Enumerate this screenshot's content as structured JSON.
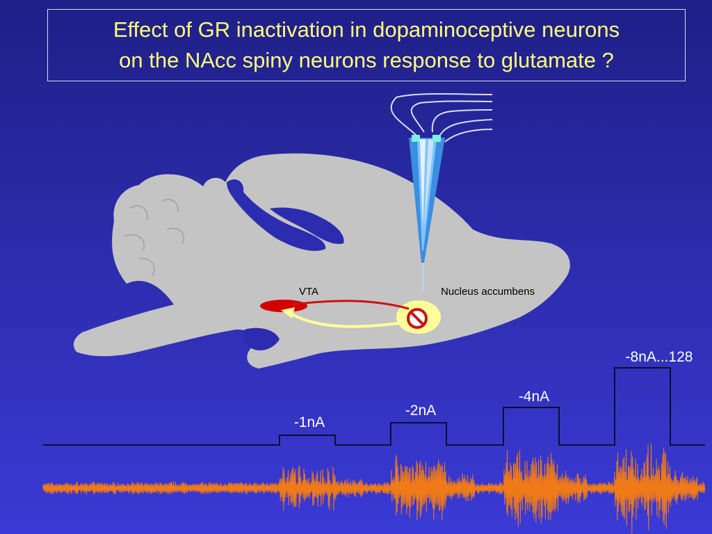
{
  "slide": {
    "title_line1": "Effect of GR inactivation in dopaminoceptive neurons",
    "title_line2": "on the NAcc spiny neurons response to glutamate ?"
  },
  "diagram": {
    "vta_label": "VTA",
    "nacc_label": "Nucleus accumbens",
    "inhibition_icon": "no-entry-icon",
    "colors": {
      "brain": "#c4c4c4",
      "vta": "#d40000",
      "nacc": "#ffff99",
      "dopamine_path": "#cc1111",
      "return_path": "#ffff99",
      "electrode": "#3b8fe0",
      "trace": "#f07a18"
    }
  },
  "pulses": [
    {
      "label": "-1nA"
    },
    {
      "label": "-2nA"
    },
    {
      "label": "-4nA"
    },
    {
      "label": "-8nA...128"
    }
  ]
}
